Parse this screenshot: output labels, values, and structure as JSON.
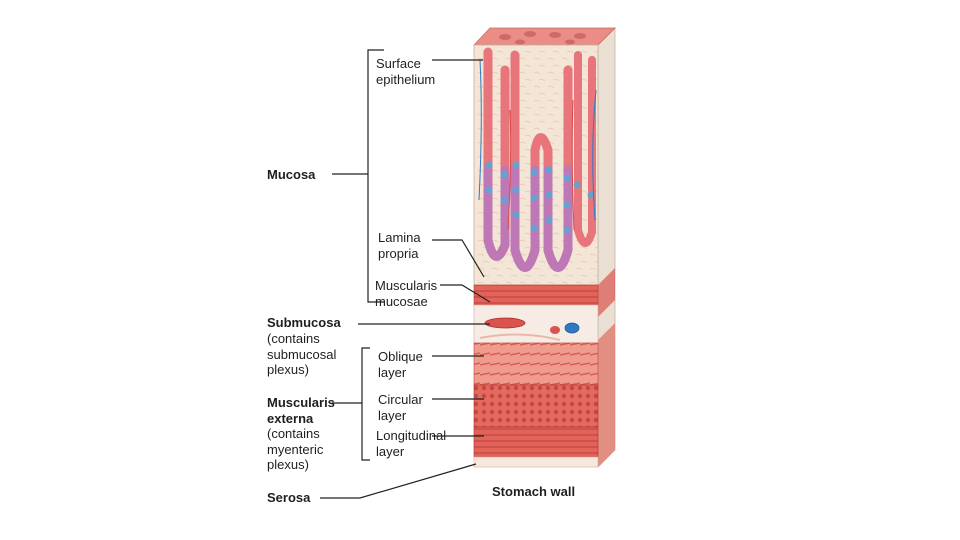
{
  "diagram": {
    "caption": "Stomach wall",
    "labels": {
      "mucosa": "Mucosa",
      "submucosa": "Submucosa",
      "submucosa_note": "(contains\nsubmucosal\nplexus)",
      "muscularis_externa": "Muscularis\nexterna",
      "muscularis_externa_note": "(contains\nmyenteric\nplexus)",
      "serosa": "Serosa",
      "surface_epithelium": "Surface\nepithelium",
      "lamina_propria": "Lamina\npropria",
      "muscularis_mucosae": "Muscularis\nmucosae",
      "oblique_layer": "Oblique\nlayer",
      "circular_layer": "Circular\nlayer",
      "longitudinal_layer": "Longitudinal\nlayer"
    },
    "colors": {
      "mucosa_tissue": "#f3e2d0",
      "gland_pink": "#e8747c",
      "gland_purple": "#b07ac8",
      "parietal_blue": "#5aa8d8",
      "muscle_red": "#d9544f",
      "muscle_light": "#f2a89a",
      "vessel_blue": "#2f78c4",
      "serosa": "#f7e7dc",
      "line": "#222222"
    }
  }
}
